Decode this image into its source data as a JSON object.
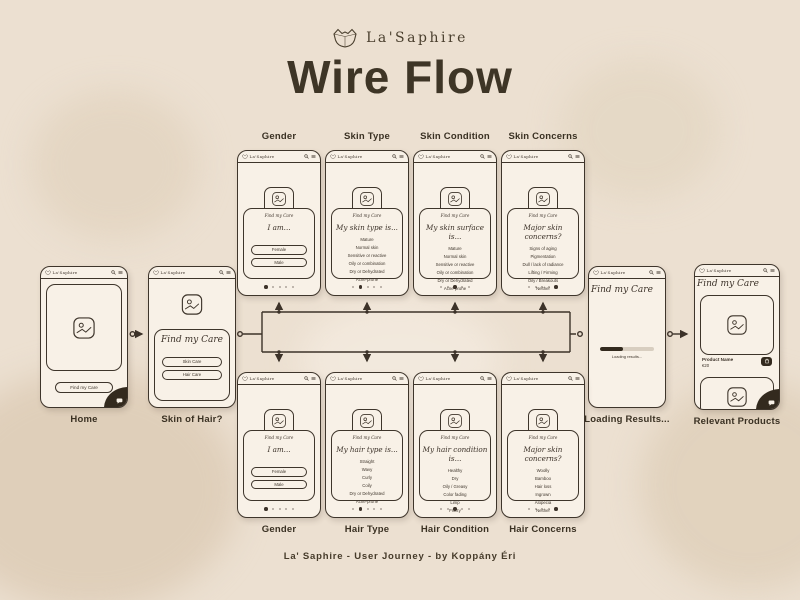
{
  "header": {
    "brand": "La'Saphire",
    "title": "Wire Flow"
  },
  "phone_chrome": {
    "brand": "La'Saphire"
  },
  "flow": {
    "sheet_caption": "Find my Care",
    "home": {
      "label": "Home",
      "cta": "Find my Care"
    },
    "choice": {
      "label": "Skin of Hair?",
      "title": "Find my Care",
      "options": [
        "Skin Care",
        "Hair Care"
      ]
    },
    "top_row": [
      {
        "label": "Gender",
        "title": "I am...",
        "kind": "pills",
        "options": [
          "Female",
          "Male"
        ],
        "active_dot": 0
      },
      {
        "label": "Skin Type",
        "title": "My skin type is...",
        "kind": "list",
        "options": [
          "Mature",
          "Normal skin",
          "Sensitive or reactive",
          "Oily or combination",
          "Dry or Dehydrated",
          "Acne-prone"
        ],
        "active_dot": 1
      },
      {
        "label": "Skin Condition",
        "title": "My skin surface is...",
        "kind": "list",
        "options": [
          "Mature",
          "Normal skin",
          "Sensitive or reactive",
          "Oily or combination",
          "Dry or Dehydrated",
          "Acne-prone"
        ],
        "active_dot": 2
      },
      {
        "label": "Skin Concerns",
        "title": "Major skin concerns?",
        "kind": "list",
        "options": [
          "Signs of aging",
          "Pigmentation",
          "Dull / lack of radiance",
          "Lifting / Firming",
          "Oily / Breakouts",
          "Neither"
        ],
        "active_dot": 4
      }
    ],
    "bottom_row": [
      {
        "label": "Gender",
        "title": "I am...",
        "kind": "pills",
        "options": [
          "Female",
          "Male"
        ],
        "active_dot": 0
      },
      {
        "label": "Hair Type",
        "title": "My hair type is...",
        "kind": "list",
        "options": [
          "Straight",
          "Wavy",
          "Curly",
          "Coily",
          "Dry or Dehydrated",
          "Acne-prone"
        ],
        "active_dot": 1
      },
      {
        "label": "Hair Condition",
        "title": "My hair condition is...",
        "kind": "list",
        "options": [
          "Healthy",
          "Dry",
          "Oily / Greasy",
          "Color fading",
          "Limp",
          "Frizzy"
        ],
        "active_dot": 2
      },
      {
        "label": "Hair Concerns",
        "title": "Major skin concerns?",
        "kind": "list",
        "options": [
          "Woolly",
          "Bamboo",
          "Hair loss",
          "Ingrown",
          "Alopecia",
          "Neither"
        ],
        "active_dot": 4
      }
    ],
    "loading": {
      "label": "Loading Results...",
      "title": "Find my Care",
      "caption": "Loading results...",
      "progress_percent": 42
    },
    "products": {
      "label": "Relevant Products",
      "title": "Find my Care",
      "product_name": "Product Name",
      "price": "€20"
    }
  },
  "footer": {
    "credit": "La' Saphire - User Journey - by Koppány Éri"
  },
  "colors": {
    "background": "#ece0d1",
    "ink": "#3c3229",
    "phone_fill": "#f8f1e7",
    "accent_dark": "#332a1e",
    "progress_track": "#d8cec0"
  }
}
